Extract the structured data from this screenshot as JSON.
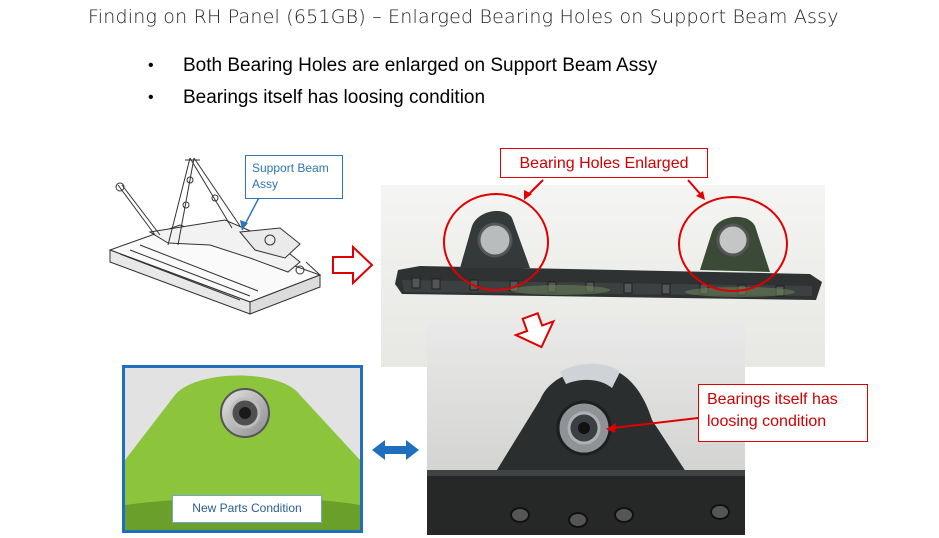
{
  "title": "Finding on RH Panel (651GB) – Enlarged Bearing Holes on Support Beam Assy",
  "bullets": [
    "Both Bearing Holes are enlarged on Support Beam Assy",
    "Bearings itself has loosing condition"
  ],
  "callouts": {
    "support_beam_line1": "Support Beam",
    "support_beam_line2": "Assy",
    "bearing_holes": "Bearing Holes Enlarged",
    "bearings_line1": "Bearings itself has",
    "bearings_line2": "loosing condition",
    "new_parts": "New Parts Condition"
  },
  "colors": {
    "red_accent": "#e00000",
    "blue_accent": "#1f6fbf",
    "new_part_green": "#8cc43c",
    "used_part_dark": "#2b2e2e"
  },
  "icons": {
    "arrow_right": "outline-right-arrow",
    "arrow_down": "outline-down-arrow",
    "double_arrow": "left-right-arrow"
  }
}
